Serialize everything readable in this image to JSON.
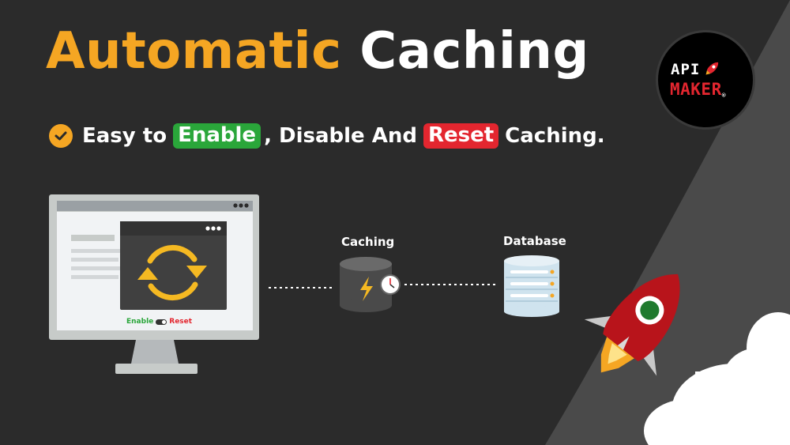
{
  "title": {
    "word1": "Automatic",
    "word2": "Caching"
  },
  "subtitle": {
    "prefix": "Easy to",
    "enable": "Enable",
    "middle": ", Disable And",
    "reset": "Reset",
    "suffix": "Caching."
  },
  "logo": {
    "line1": "API",
    "line2": "MAKER",
    "mark": "®"
  },
  "diagram": {
    "caching_label": "Caching",
    "database_label": "Database",
    "toggle_enable": "Enable",
    "toggle_reset": "Reset"
  },
  "icons": [
    "check-icon",
    "sync-icon",
    "lightning-icon",
    "clock-icon",
    "database-icon",
    "rocket-icon",
    "monitor-icon"
  ],
  "colors": {
    "background": "#2b2b2b",
    "accent": "#f5a623",
    "enable": "#2aa63a",
    "reset": "#e3262f",
    "rocket_red": "#b8141b"
  }
}
